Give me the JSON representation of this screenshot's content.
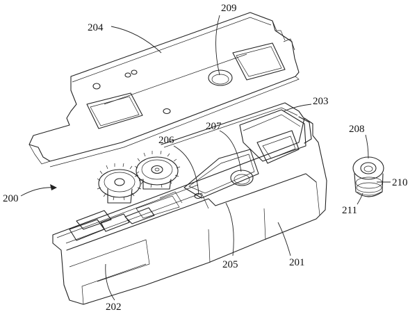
{
  "figure": {
    "labels": {
      "l200": "200",
      "l201": "201",
      "l202": "202",
      "l203": "203",
      "l204": "204",
      "l205": "205",
      "l206": "206",
      "l207": "207",
      "l208": "208",
      "l209": "209",
      "l210": "210",
      "l211": "211"
    }
  }
}
